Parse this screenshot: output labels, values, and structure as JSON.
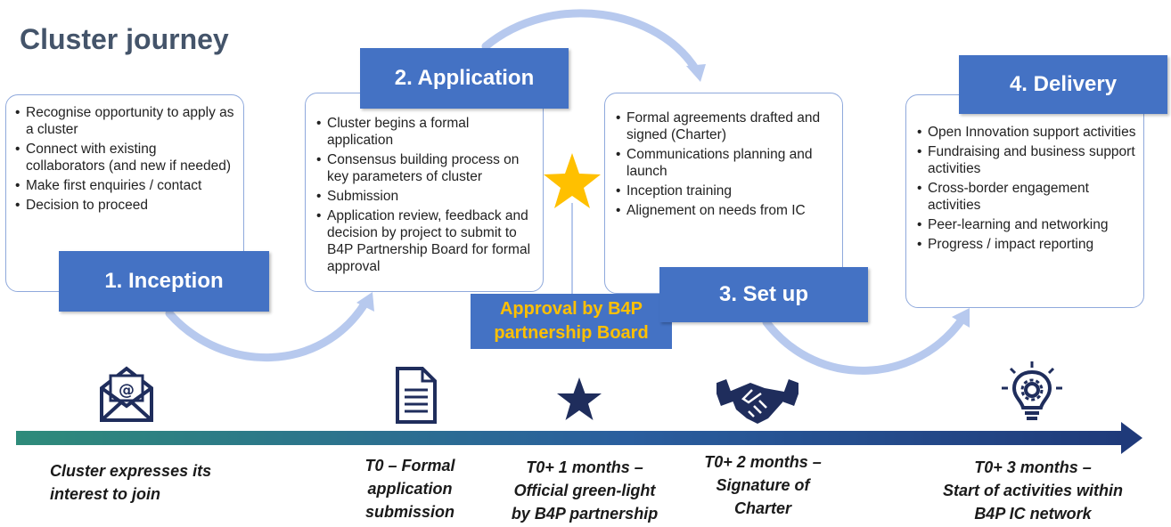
{
  "title": "Cluster journey",
  "stages": [
    {
      "label": "1. Inception",
      "items": [
        "Recognise opportunity to apply as a cluster",
        "Connect with existing collaborators (and new if needed)",
        "Make first enquiries / contact",
        "Decision to proceed"
      ]
    },
    {
      "label": "2. Application",
      "items": [
        "Cluster begins a formal application",
        "Consensus building process on key parameters of cluster",
        "Submission",
        "Application review, feedback and decision by project to submit to B4P Partnership Board for formal approval"
      ]
    },
    {
      "label": "3. Set up",
      "items": [
        "Formal agreements drafted and signed (Charter)",
        "Communications planning and launch",
        "Inception training",
        "Alignement on needs from IC"
      ]
    },
    {
      "label": "4. Delivery",
      "items": [
        "Open Innovation support activities",
        "Fundraising and business support activities",
        "Cross-border engagement activities",
        "Peer-learning and networking",
        "Progress / impact reporting"
      ]
    }
  ],
  "approval": {
    "line1": "Approval by B4P",
    "line2": "partnership Board"
  },
  "timeline": [
    {
      "icon": "envelope-icon",
      "lines": [
        "Cluster expresses its",
        "interest to join"
      ]
    },
    {
      "icon": "document-icon",
      "lines": [
        "T0 – Formal",
        "application",
        "submission"
      ]
    },
    {
      "icon": "star-icon",
      "lines": [
        "T0+ 1 months –",
        "Official green-light",
        "by B4P partnership"
      ]
    },
    {
      "icon": "handshake-icon",
      "lines": [
        "T0+ 2 months –",
        "Signature of",
        "Charter"
      ]
    },
    {
      "icon": "lightbulb-gear-icon",
      "lines": [
        "T0+ 3 months –",
        "Start of activities within",
        "B4P IC network"
      ]
    }
  ],
  "colors": {
    "label_bg": "#4472c4",
    "approval_text": "#ffc000",
    "star": "#ffc000",
    "icon": "#1f2d5c",
    "title": "#44546a",
    "arrow_start": "#2e8b7a",
    "arrow_end": "#1f3a7a"
  }
}
